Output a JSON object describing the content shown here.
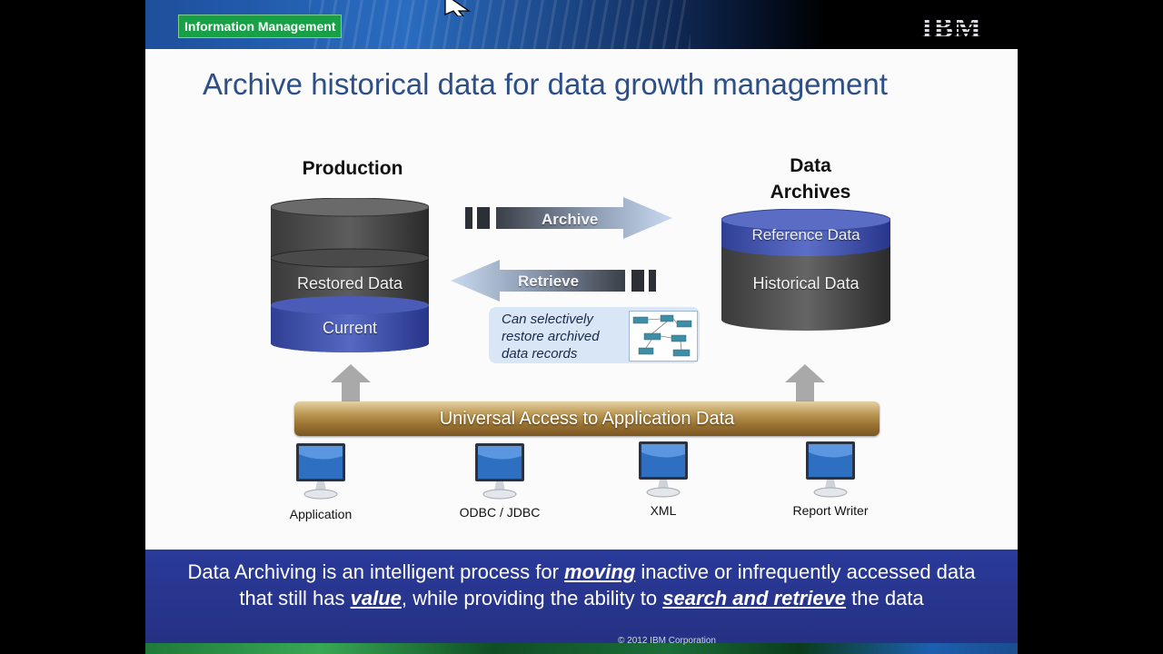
{
  "header": {
    "badge": "Information Management",
    "logo": "IBM"
  },
  "title": "Archive historical data for data growth management",
  "production": {
    "heading": "Production",
    "restored": "Restored Data",
    "current": "Current"
  },
  "archives": {
    "heading_line1": "Data",
    "heading_line2": "Archives",
    "reference": "Reference Data",
    "historical": "Historical Data"
  },
  "arrows": {
    "archive": "Archive",
    "retrieve": "Retrieve"
  },
  "note": {
    "line1": "Can selectively",
    "line2": "restore archived",
    "line3": "data records"
  },
  "access_bar": "Universal Access to Application Data",
  "clients": [
    {
      "label": "Application",
      "icon": "monitor-icon"
    },
    {
      "label": "ODBC / JDBC",
      "icon": "monitor-icon"
    },
    {
      "label": "XML",
      "icon": "monitor-icon"
    },
    {
      "label": "Report Writer",
      "icon": "monitor-icon"
    }
  ],
  "footer": {
    "t1": "Data Archiving is an intelligent process for ",
    "e1": "moving",
    "t2": " inactive or infrequently accessed data that still has ",
    "e2": "value",
    "t3": ", while providing the ability to ",
    "e3": "search and retrieve",
    "t4": " the data"
  },
  "copyright": "© 2012 IBM Corporation",
  "colors": {
    "title": "#2c4f88",
    "current_blue": "#3e4fa8",
    "footer_bg": "#2a3a9a",
    "badge_green": "#18a046"
  }
}
